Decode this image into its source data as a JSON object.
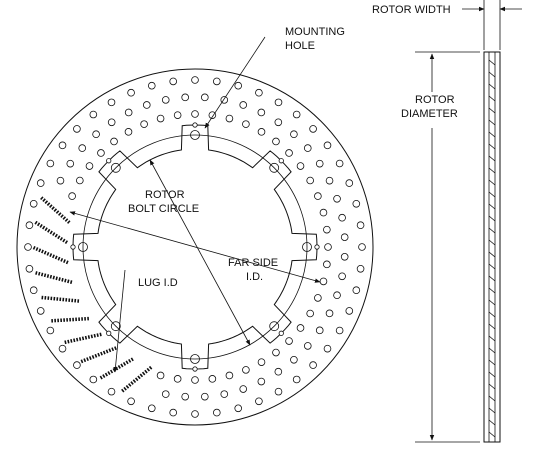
{
  "labels": {
    "rotor_width": "ROTOR WIDTH",
    "mounting_hole_line1": "MOUNTING",
    "mounting_hole_line2": "HOLE",
    "rotor_diameter_line1": "ROTOR",
    "rotor_diameter_line2": "DIAMETER",
    "bolt_circle_line1": "ROTOR",
    "bolt_circle_line2": "BOLT CIRCLE",
    "far_side_line1": "FAR SIDE",
    "far_side_line2": "I.D.",
    "lug_id": "LUG I.D"
  }
}
